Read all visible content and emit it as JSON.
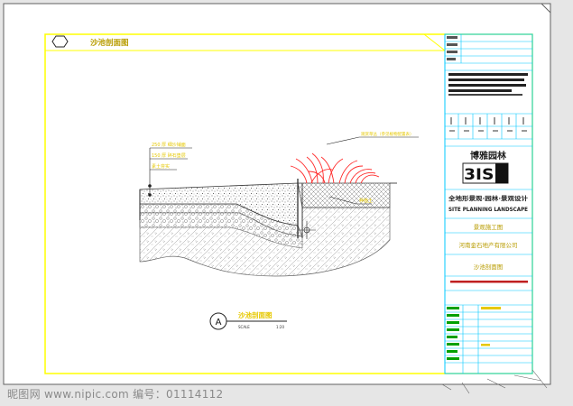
{
  "drawing": {
    "title": "沙池剖面图",
    "section_symbol": "A",
    "section_caption": "沙池剖面图",
    "scale_text": "SCALE",
    "scale_value": "1:20"
  },
  "annotations": {
    "top_label_1": "250 厚 细沙铺面",
    "top_label_2": "150 厚 碎石垫层",
    "top_label_3": "素土夯实",
    "grass_label": "观赏草丛（参见植物配置表）",
    "right_label": "种植土"
  },
  "title_block": {
    "company": "博雅园林",
    "logo_text": "3ISK",
    "project_line_1": "全地形景观·园林·景观设计",
    "project_line_2": "SITE PLANNING LANDSCAPE",
    "project_name": "景观施工图",
    "client": "河南金石地产有限公司",
    "drawing_name": "沙池剖面图"
  },
  "watermark": {
    "text": "昵图网 www.nipic.com   编号：01114112"
  },
  "colors": {
    "background": "#e6e6e6",
    "paper": "#ffffff",
    "frame": "#ffff00",
    "titleblock": "#00c8ff",
    "annotation": "#e6c800",
    "grass": "#ff2a2a",
    "watermark": "#8a8a8a"
  }
}
